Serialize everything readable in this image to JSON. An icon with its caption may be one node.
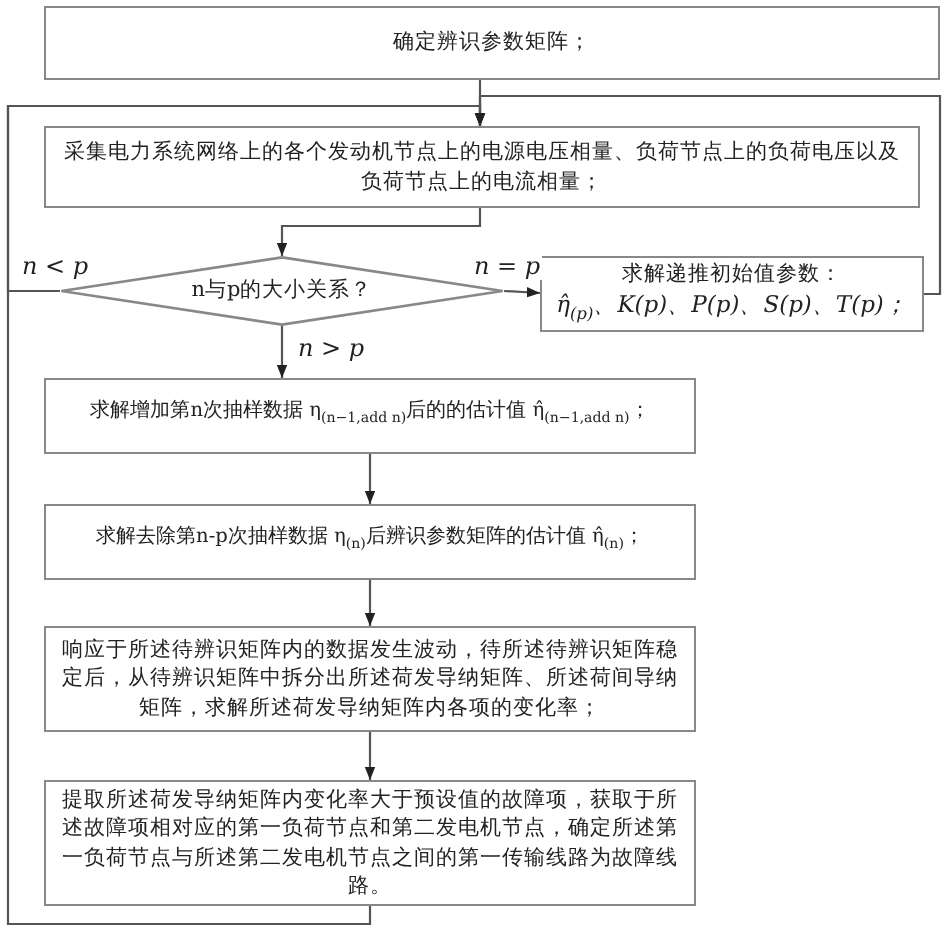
{
  "diagram": {
    "nodes": [
      {
        "text": [
          "确定辨识参数矩阵；"
        ]
      },
      {
        "text": [
          "采集电力系统网络上的各个发动机节点上的电源电压相量、负荷节点上的负荷电压以及负荷节点上的电流相量；"
        ]
      },
      {
        "text": [
          "n与p的大小关系？"
        ]
      },
      {
        "text": [
          "求解递推初始值参数：",
          "η̂$_{(p)}$、K(p)、P(p)、S(p)、T(p)；"
        ]
      },
      {
        "text": [
          "求解增加第n次抽样数据 η$_{(n−1,add  n)}$后的的估计值 η̂$_{(n−1,add  n)}$；"
        ]
      },
      {
        "text": [
          "求解去除第n-p次抽样数据 η$_{(n)}$后辨识参数矩阵的估计值 η̂$_{(n)}$；"
        ]
      },
      {
        "text": [
          "响应于所述待辨识矩阵内的数据发生波动，待所述待辨识矩阵稳定后，从待辨识矩阵中拆分出所述荷发导纳矩阵、所述荷间导纳矩阵，求解所述荷发导纳矩阵内各项的变化率；"
        ]
      },
      {
        "text": [
          "提取所述荷发导纳矩阵内变化率大于预设值的故障项，获取于所述故障项相对应的第一负荷节点和第二发电机节点，确定所述第一负荷节点与所述第二发电机节点之间的第一传输线路为故障线路。"
        ]
      }
    ],
    "edges": [
      {
        "from": 0,
        "to": 1,
        "arrow": "to"
      },
      {
        "from": 1,
        "to": 2,
        "arrow": "to"
      },
      {
        "from": 2,
        "to": 3,
        "arrow": "to",
        "label": "n = p"
      },
      {
        "from": 2,
        "to": 4,
        "arrow": "to",
        "label": "n > p"
      },
      {
        "from": 4,
        "to": 5,
        "arrow": "to"
      },
      {
        "from": 5,
        "to": 6,
        "arrow": "to"
      },
      {
        "from": 6,
        "to": 7,
        "arrow": "to"
      },
      {
        "from": 2,
        "to": 1,
        "arrow": "to",
        "label": "n < p"
      },
      {
        "from": 7,
        "to": 1,
        "arrow": "to"
      },
      {
        "from": 3,
        "to": 1,
        "arrow": "to"
      }
    ]
  }
}
